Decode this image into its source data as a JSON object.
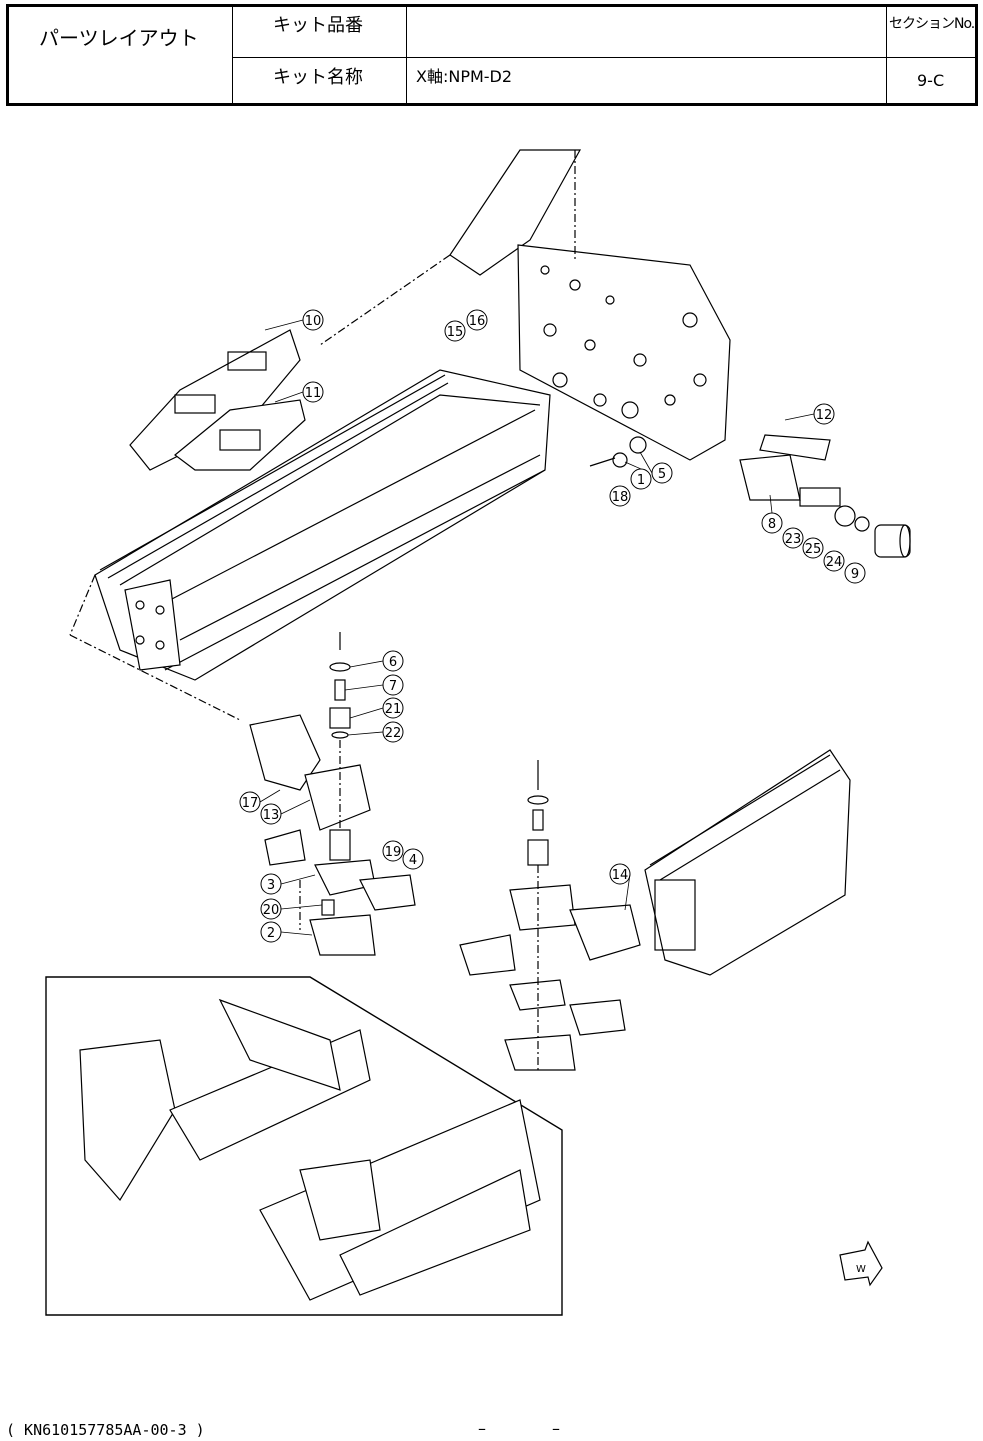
{
  "header": {
    "title": "パーツレイアウト",
    "kit_number_label": "キット品番",
    "kit_number_value": "",
    "kit_name_label": "キット名称",
    "kit_name_value": "X軸:NPM-D2",
    "section_label": "セクションNo.",
    "section_value": "9-C"
  },
  "callouts": [
    "1",
    "2",
    "3",
    "4",
    "5",
    "6",
    "7",
    "8",
    "9",
    "10",
    "11",
    "12",
    "13",
    "14",
    "15",
    "16",
    "17",
    "18",
    "19",
    "20",
    "21",
    "22",
    "23",
    "24",
    "25"
  ],
  "footer": {
    "doc_code": "( KN610157785AA-00-3 )",
    "page_left": "–",
    "page_right": "–"
  },
  "arrow_label": "W"
}
